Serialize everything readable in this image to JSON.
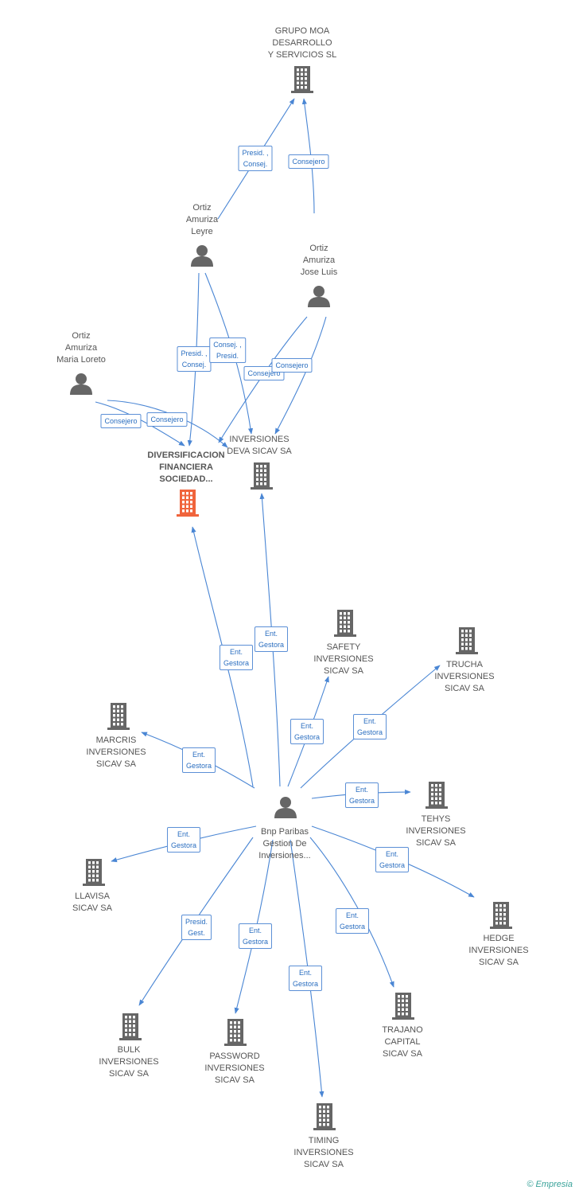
{
  "nodes": [
    {
      "id": "grupo",
      "type": "company",
      "label": "GRUPO MOA\nDESARROLLO\nY SERVICIOS SL"
    },
    {
      "id": "leyre",
      "type": "person",
      "label": "Ortiz\nAmuriza\nLeyre"
    },
    {
      "id": "joseluis",
      "type": "person",
      "label": "Ortiz\nAmuriza\nJose Luis"
    },
    {
      "id": "loreto",
      "type": "person",
      "label": "Ortiz\nAmuriza\nMaria Loreto"
    },
    {
      "id": "diversificacion",
      "type": "company",
      "focus": true,
      "label": "DIVERSIFICACION\nFINANCIERA\nSOCIEDAD..."
    },
    {
      "id": "deva",
      "type": "company",
      "label": "INVERSIONES\nDEVA SICAV SA"
    },
    {
      "id": "safety",
      "type": "company",
      "label": "SAFETY\nINVERSIONES\nSICAV SA"
    },
    {
      "id": "trucha",
      "type": "company",
      "label": "TRUCHA\nINVERSIONES\nSICAV SA"
    },
    {
      "id": "marcris",
      "type": "company",
      "label": "MARCRIS\nINVERSIONES\nSICAV SA"
    },
    {
      "id": "bnp",
      "type": "person",
      "label": "Bnp Paribas\nGestion De\nInversiones..."
    },
    {
      "id": "tehys",
      "type": "company",
      "label": "TEHYS\nINVERSIONES\nSICAV SA"
    },
    {
      "id": "llavisa",
      "type": "company",
      "label": "LLAVISA\nSICAV SA"
    },
    {
      "id": "hedge",
      "type": "company",
      "label": "HEDGE\nINVERSIONES\nSICAV SA"
    },
    {
      "id": "bulk",
      "type": "company",
      "label": "BULK\nINVERSIONES\nSICAV SA"
    },
    {
      "id": "password",
      "type": "company",
      "label": "PASSWORD\nINVERSIONES\nSICAV SA"
    },
    {
      "id": "trajano",
      "type": "company",
      "label": "TRAJANO\nCAPITAL\nSICAV SA"
    },
    {
      "id": "timing",
      "type": "company",
      "label": "TIMING\nINVERSIONES\nSICAV SA"
    }
  ],
  "edges": [
    {
      "from": "leyre",
      "to": "grupo",
      "label": "Presid. ,\nConsej."
    },
    {
      "from": "joseluis",
      "to": "grupo",
      "label": "Consejero"
    },
    {
      "from": "leyre",
      "to": "diversificacion",
      "label": "Presid. ,\nConsej."
    },
    {
      "from": "leyre",
      "to": "deva",
      "label": "Consej. ,\nPresid."
    },
    {
      "from": "joseluis",
      "to": "diversificacion",
      "label": "Consejero"
    },
    {
      "from": "joseluis",
      "to": "deva",
      "label": "Consejero"
    },
    {
      "from": "loreto",
      "to": "diversificacion",
      "label": "Consejero"
    },
    {
      "from": "loreto",
      "to": "deva",
      "label": "Consejero"
    },
    {
      "from": "bnp",
      "to": "diversificacion",
      "label": "Ent.\nGestora"
    },
    {
      "from": "bnp",
      "to": "deva",
      "label": "Ent.\nGestora"
    },
    {
      "from": "bnp",
      "to": "safety",
      "label": "Ent.\nGestora"
    },
    {
      "from": "bnp",
      "to": "trucha",
      "label": "Ent.\nGestora"
    },
    {
      "from": "bnp",
      "to": "marcris",
      "label": "Ent.\nGestora"
    },
    {
      "from": "bnp",
      "to": "tehys",
      "label": "Ent.\nGestora"
    },
    {
      "from": "bnp",
      "to": "llavisa",
      "label": "Ent.\nGestora"
    },
    {
      "from": "bnp",
      "to": "hedge",
      "label": "Ent.\nGestora"
    },
    {
      "from": "bnp",
      "to": "bulk",
      "label": "Presid.\nGest."
    },
    {
      "from": "bnp",
      "to": "password",
      "label": "Ent.\nGestora"
    },
    {
      "from": "bnp",
      "to": "trajano",
      "label": "Ent.\nGestora"
    },
    {
      "from": "bnp",
      "to": "timing",
      "label": "Ent.\nGestora"
    }
  ],
  "colors": {
    "edge": "#4a86d4",
    "icon": "#666666",
    "focus_icon": "#f0643c",
    "edge_text": "#2a6ec0"
  },
  "footer": {
    "copyright": "©",
    "brand": "Empresia"
  }
}
